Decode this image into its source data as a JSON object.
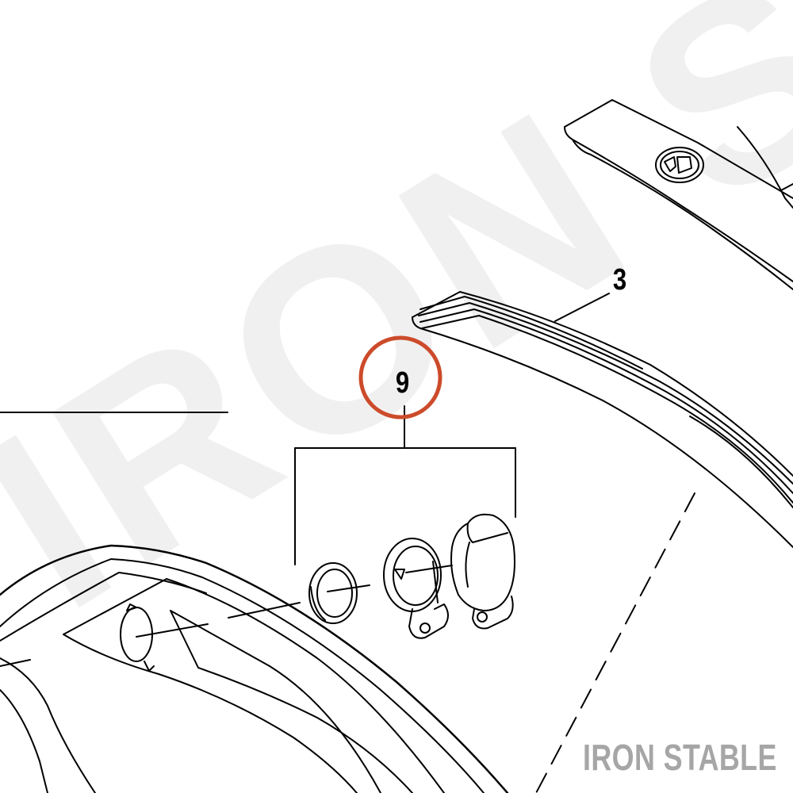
{
  "diagram": {
    "callouts": [
      {
        "id": "3",
        "label": "3",
        "highlighted": false
      },
      {
        "id": "9",
        "label": "9",
        "highlighted": true
      }
    ],
    "highlight_color": "#cc4b2a",
    "line_color": "#000000",
    "watermark_text": "IRON STABLE",
    "brand_text": "IRON STABLE",
    "brand_color": "#a6a6a6"
  }
}
